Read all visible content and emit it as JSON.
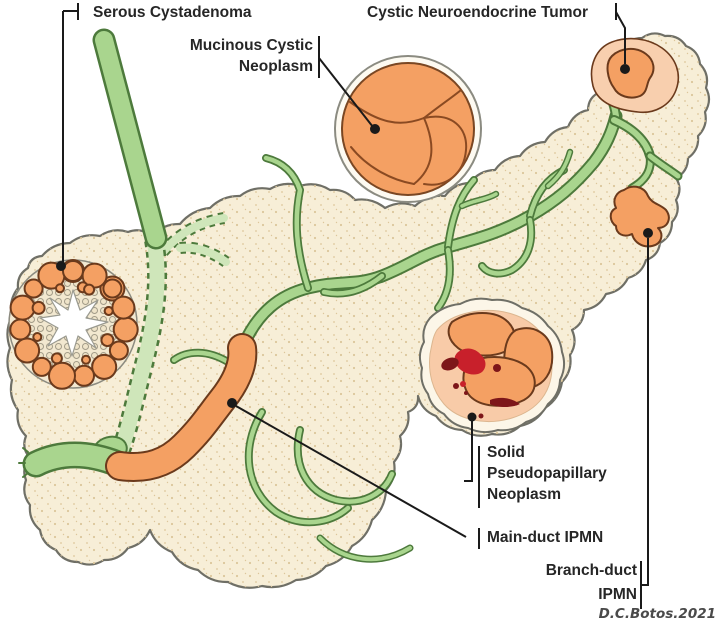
{
  "labels": {
    "serous_cystadenoma": "Serous Cystadenoma",
    "mucinous_cystic_neoplasm": "Mucinous Cystic\nNeoplasm",
    "cystic_neuroendocrine_tumor": "Cystic Neuroendocrine Tumor",
    "solid_pseudopapillary_neoplasm": "Solid\nPseudopapillary\nNeoplasm",
    "main_duct_ipmn": "Main-duct IPMN",
    "branch_duct_ipmn": "Branch-duct\nIPMN"
  },
  "signature": "D.C.Botos.2021",
  "colors": {
    "pancreas-fill": "#f7eed7",
    "stipple": "#dcc69b",
    "outline": "#6f6f66",
    "duct-green": "#a9d58e",
    "duct-light": "#cfe6ba",
    "duct-dark": "#4d7a3c",
    "lesion-orange": "#f4a063",
    "lesion-outline": "#6b3a1c",
    "halo-peach": "#f8cfae",
    "spn-ring": "#fcf6e8",
    "spn-inner": "#f8cba8",
    "red-bright": "#c8202b",
    "red-dark": "#7d1619",
    "label-text": "#262626",
    "leader": "#1a1a1a"
  }
}
